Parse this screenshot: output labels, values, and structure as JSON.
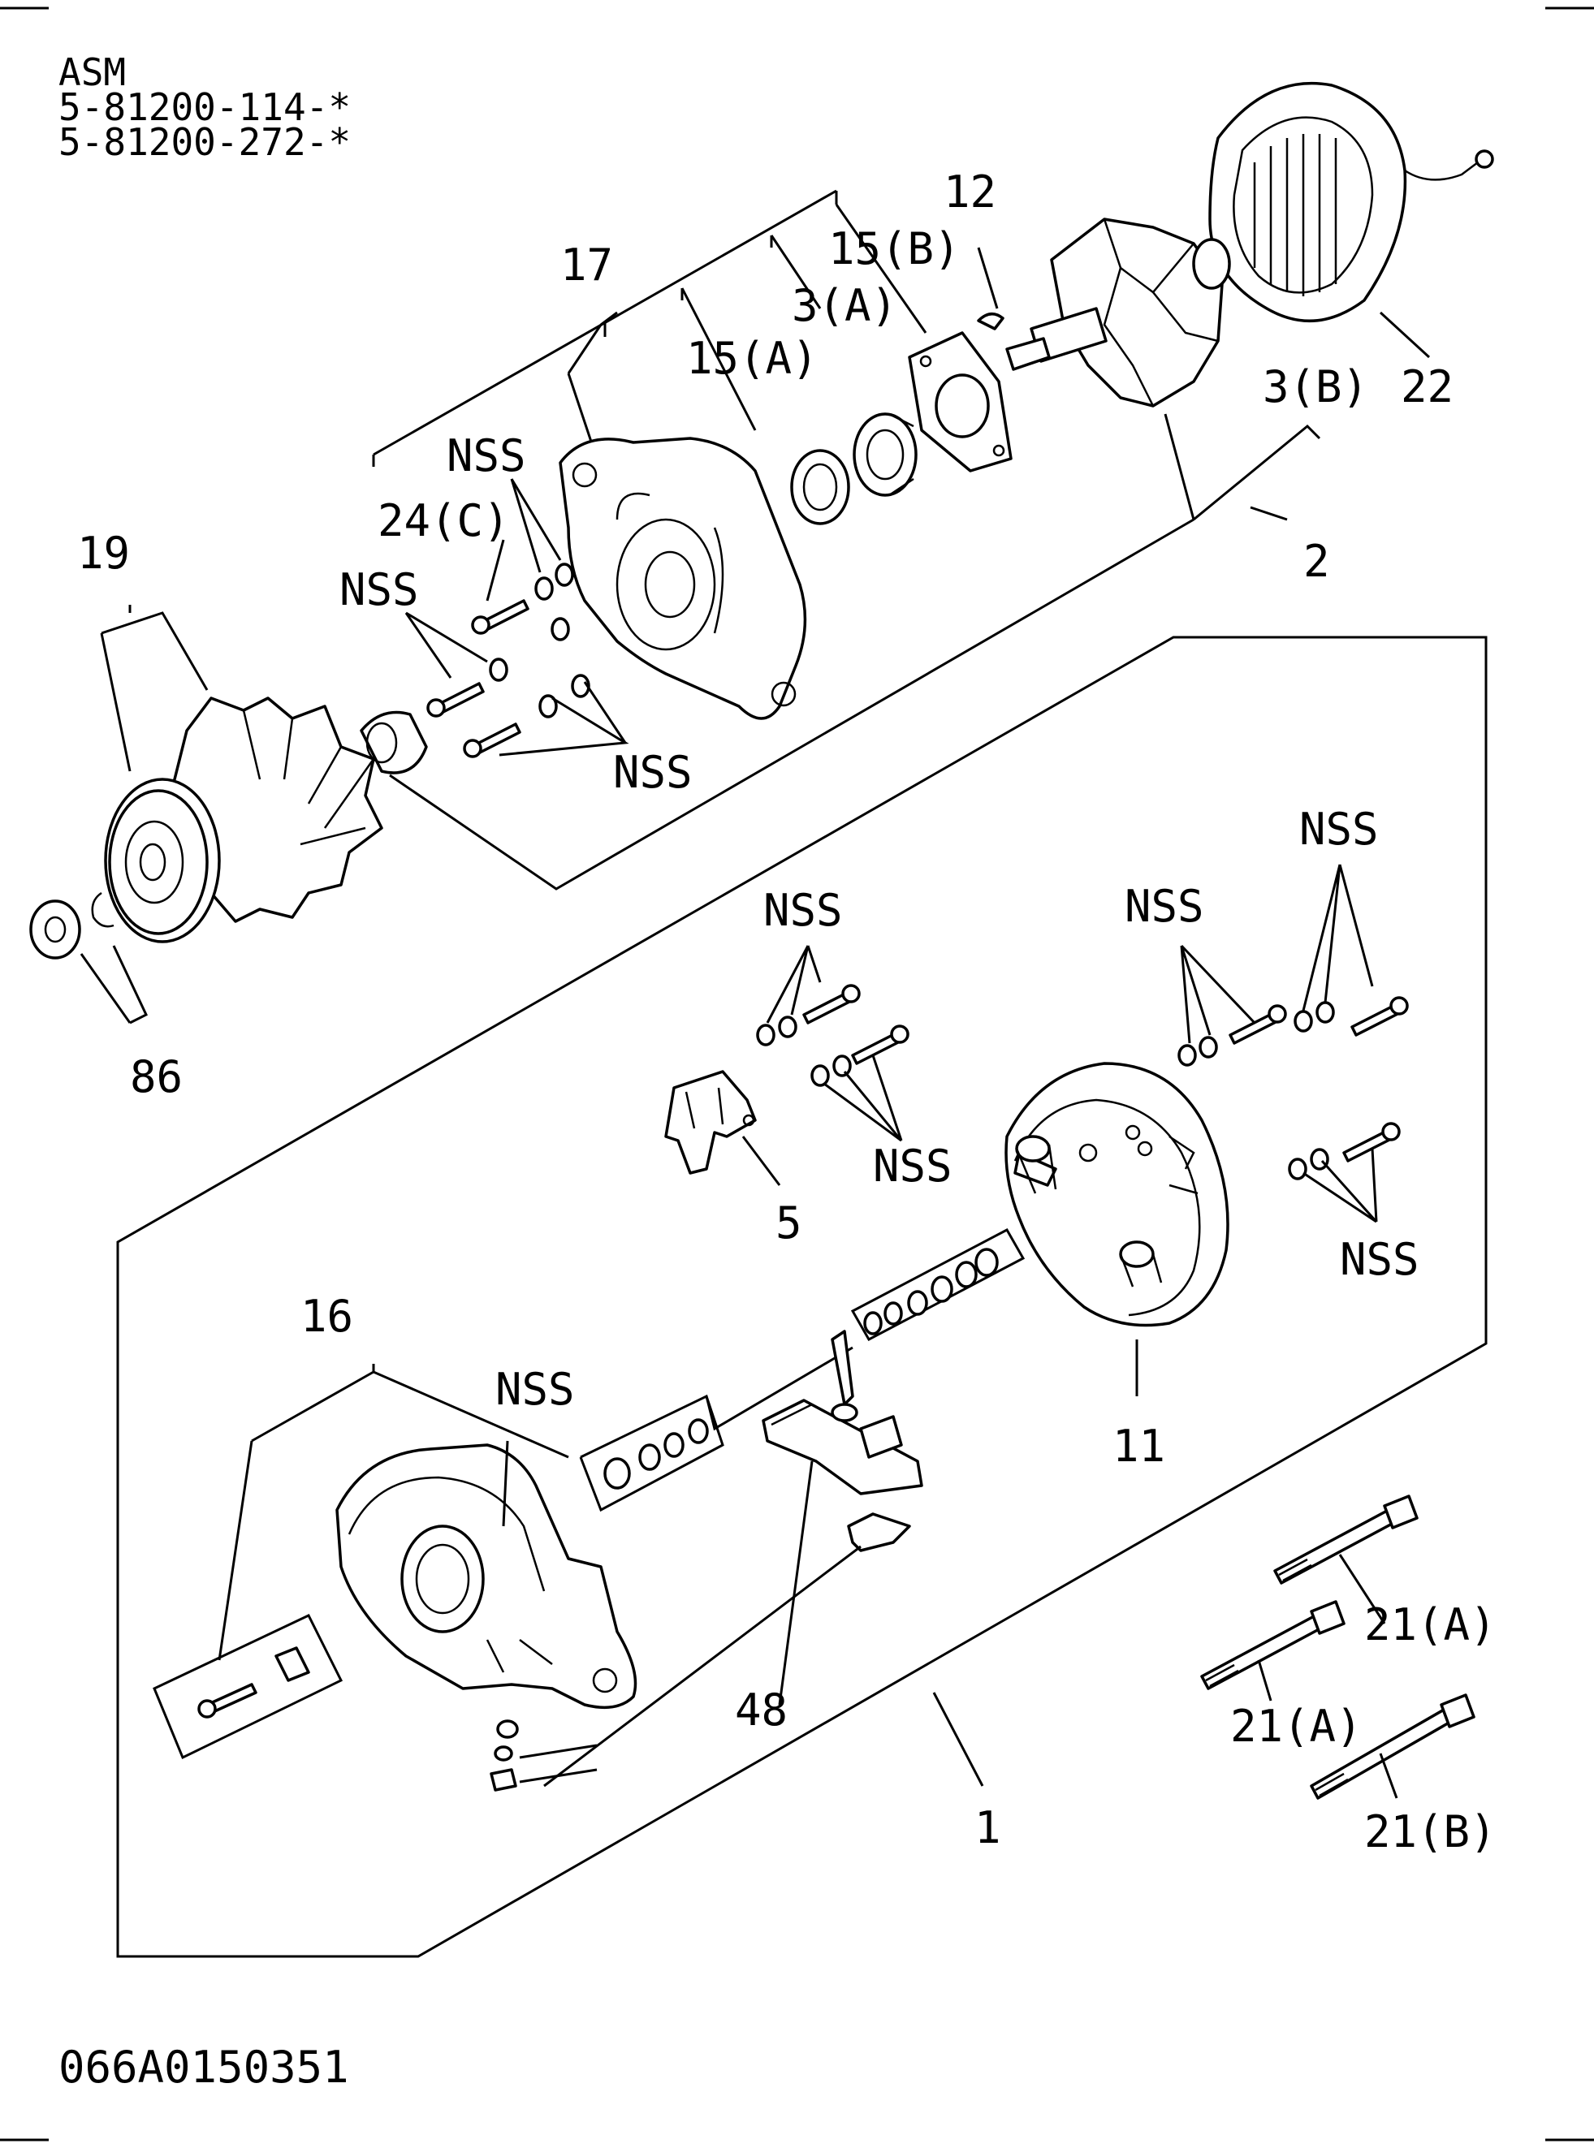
{
  "header": {
    "line1": "ASM",
    "line2": "5-81200-114-*",
    "line3": "5-81200-272-*"
  },
  "labels": {
    "p17": "17",
    "p12": "12",
    "p15b": "15(B)",
    "p3a": "3(A)",
    "p15a": "15(A)",
    "p3b": "3(B)",
    "p22": "22",
    "p2": "2",
    "p19": "19",
    "p24c": "24(C)",
    "nss_a": "NSS",
    "nss_b": "NSS",
    "nss_c": "NSS",
    "p86": "86",
    "nss_d": "NSS",
    "nss_e": "NSS",
    "nss_f": "NSS",
    "nss_g": "NSS",
    "p5": "5",
    "nss_h": "NSS",
    "p16": "16",
    "nss_i": "NSS",
    "p11": "11",
    "p48": "48",
    "p1": "1",
    "p21a_1": "21(A)",
    "p21a_2": "21(A)",
    "p21b": "21(B)"
  },
  "footer": {
    "drawing_code": "066A0150351"
  }
}
